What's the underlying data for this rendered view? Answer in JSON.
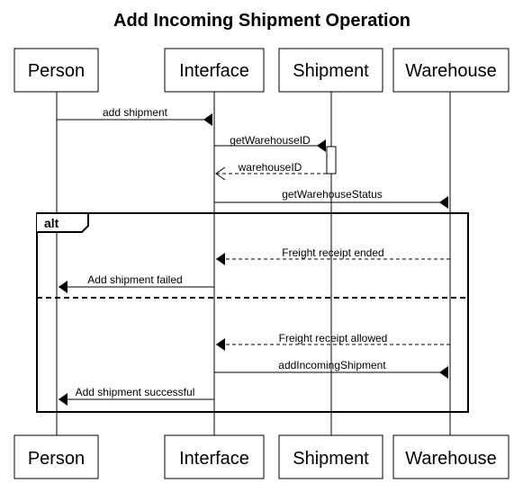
{
  "title": "Add Incoming Shipment Operation",
  "participants": [
    {
      "id": "person",
      "label": "Person"
    },
    {
      "id": "interface",
      "label": "Interface"
    },
    {
      "id": "shipment",
      "label": "Shipment"
    },
    {
      "id": "warehouse",
      "label": "Warehouse"
    }
  ],
  "messages": [
    {
      "from": "person",
      "to": "interface",
      "label": "add shipment",
      "style": "solid"
    },
    {
      "from": "interface",
      "to": "shipment",
      "label": "getWarehouseID",
      "style": "solid"
    },
    {
      "from": "shipment",
      "to": "interface",
      "label": "warehouseID",
      "style": "dashed"
    },
    {
      "from": "interface",
      "to": "warehouse",
      "label": "getWarehouseStatus",
      "style": "solid"
    },
    {
      "from": "warehouse",
      "to": "interface",
      "label": "Freight receipt ended",
      "style": "dashed"
    },
    {
      "from": "interface",
      "to": "person",
      "label": "Add shipment failed",
      "style": "solid"
    },
    {
      "from": "warehouse",
      "to": "interface",
      "label": "Freight receipt allowed",
      "style": "dashed"
    },
    {
      "from": "interface",
      "to": "warehouse",
      "label": "addIncomingShipment",
      "style": "solid"
    },
    {
      "from": "interface",
      "to": "person",
      "label": "Add shipment successful",
      "style": "solid"
    }
  ],
  "fragment": {
    "label": "alt"
  }
}
